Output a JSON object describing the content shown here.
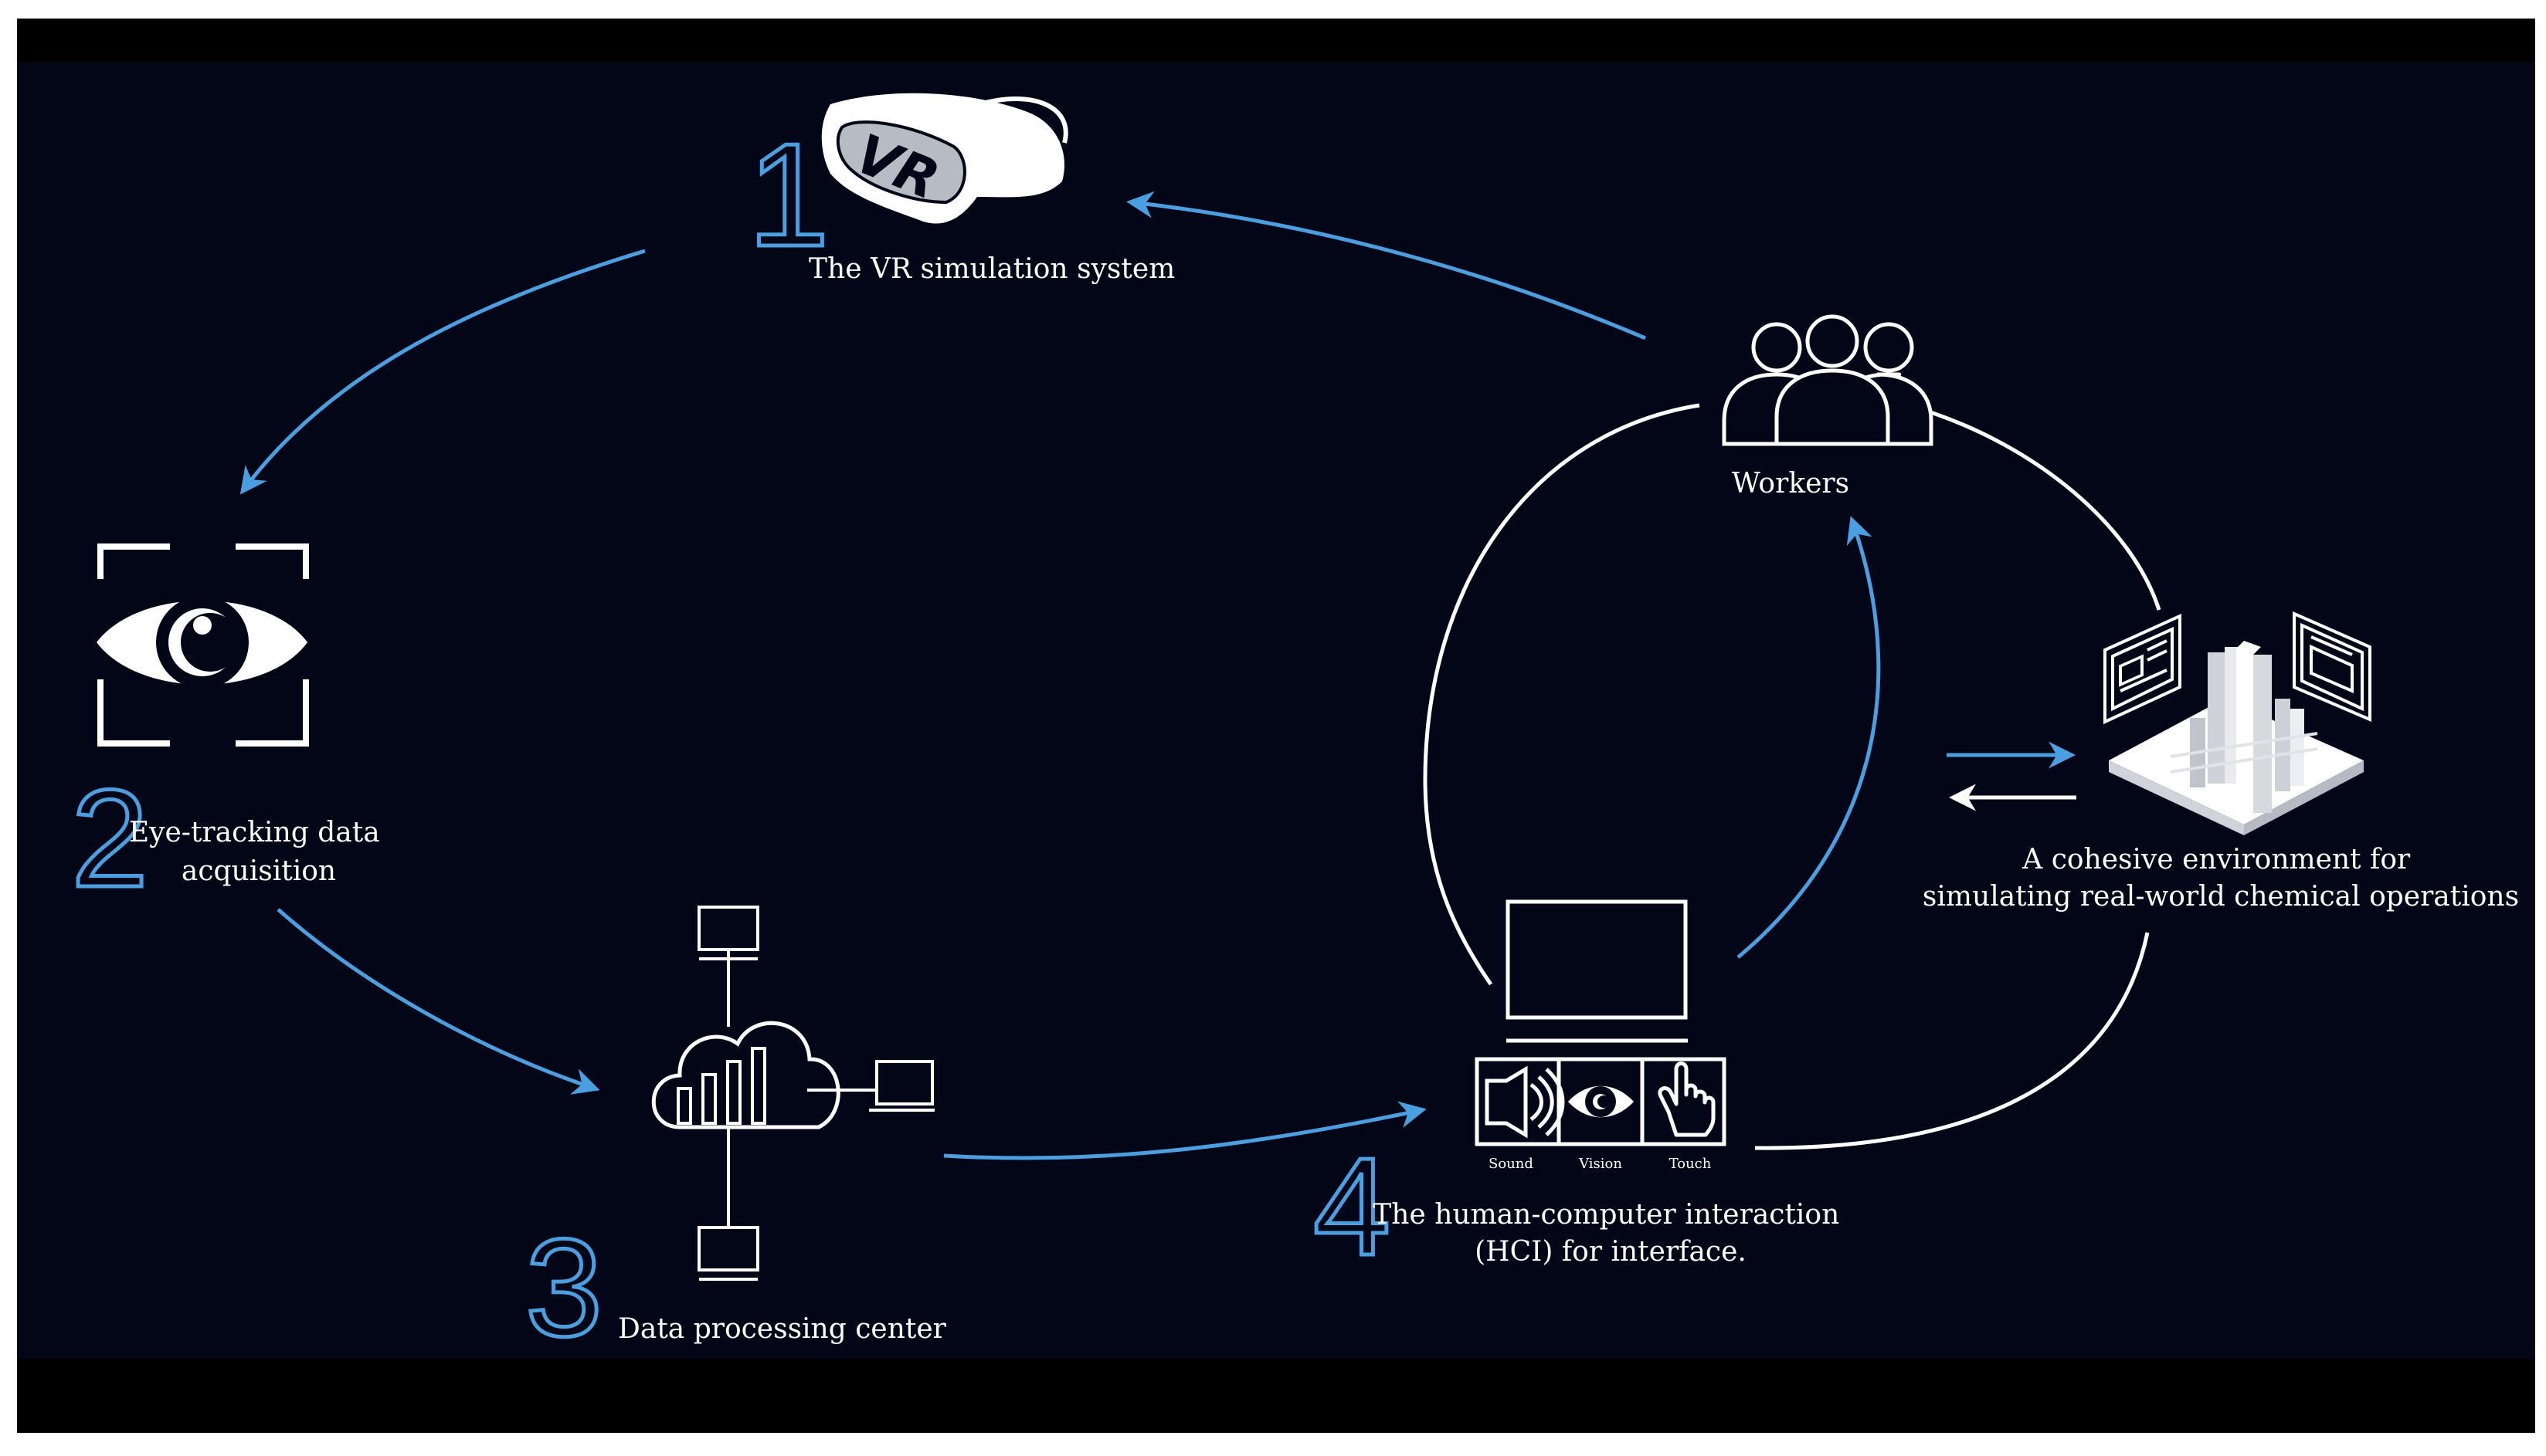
{
  "steps": [
    {
      "number": "1",
      "label": "The VR simulation system"
    },
    {
      "number": "2",
      "label_lines": [
        "Eye-tracking data",
        "acquisition"
      ]
    },
    {
      "number": "3",
      "label": "Data processing center"
    },
    {
      "number": "4",
      "label_lines": [
        "The human-computer interaction",
        "(HCI) for interface."
      ]
    }
  ],
  "vr_headset": {
    "text": "VR"
  },
  "workers": {
    "label": "Workers"
  },
  "environment": {
    "label_lines": [
      "A cohesive environment for",
      "simulating real-world chemical operations"
    ]
  },
  "hci_modes": [
    "Sound",
    "Vision",
    "Touch"
  ],
  "colors": {
    "background": "#020617",
    "arrow": "#4a9fe0",
    "line": "#ffffff"
  }
}
